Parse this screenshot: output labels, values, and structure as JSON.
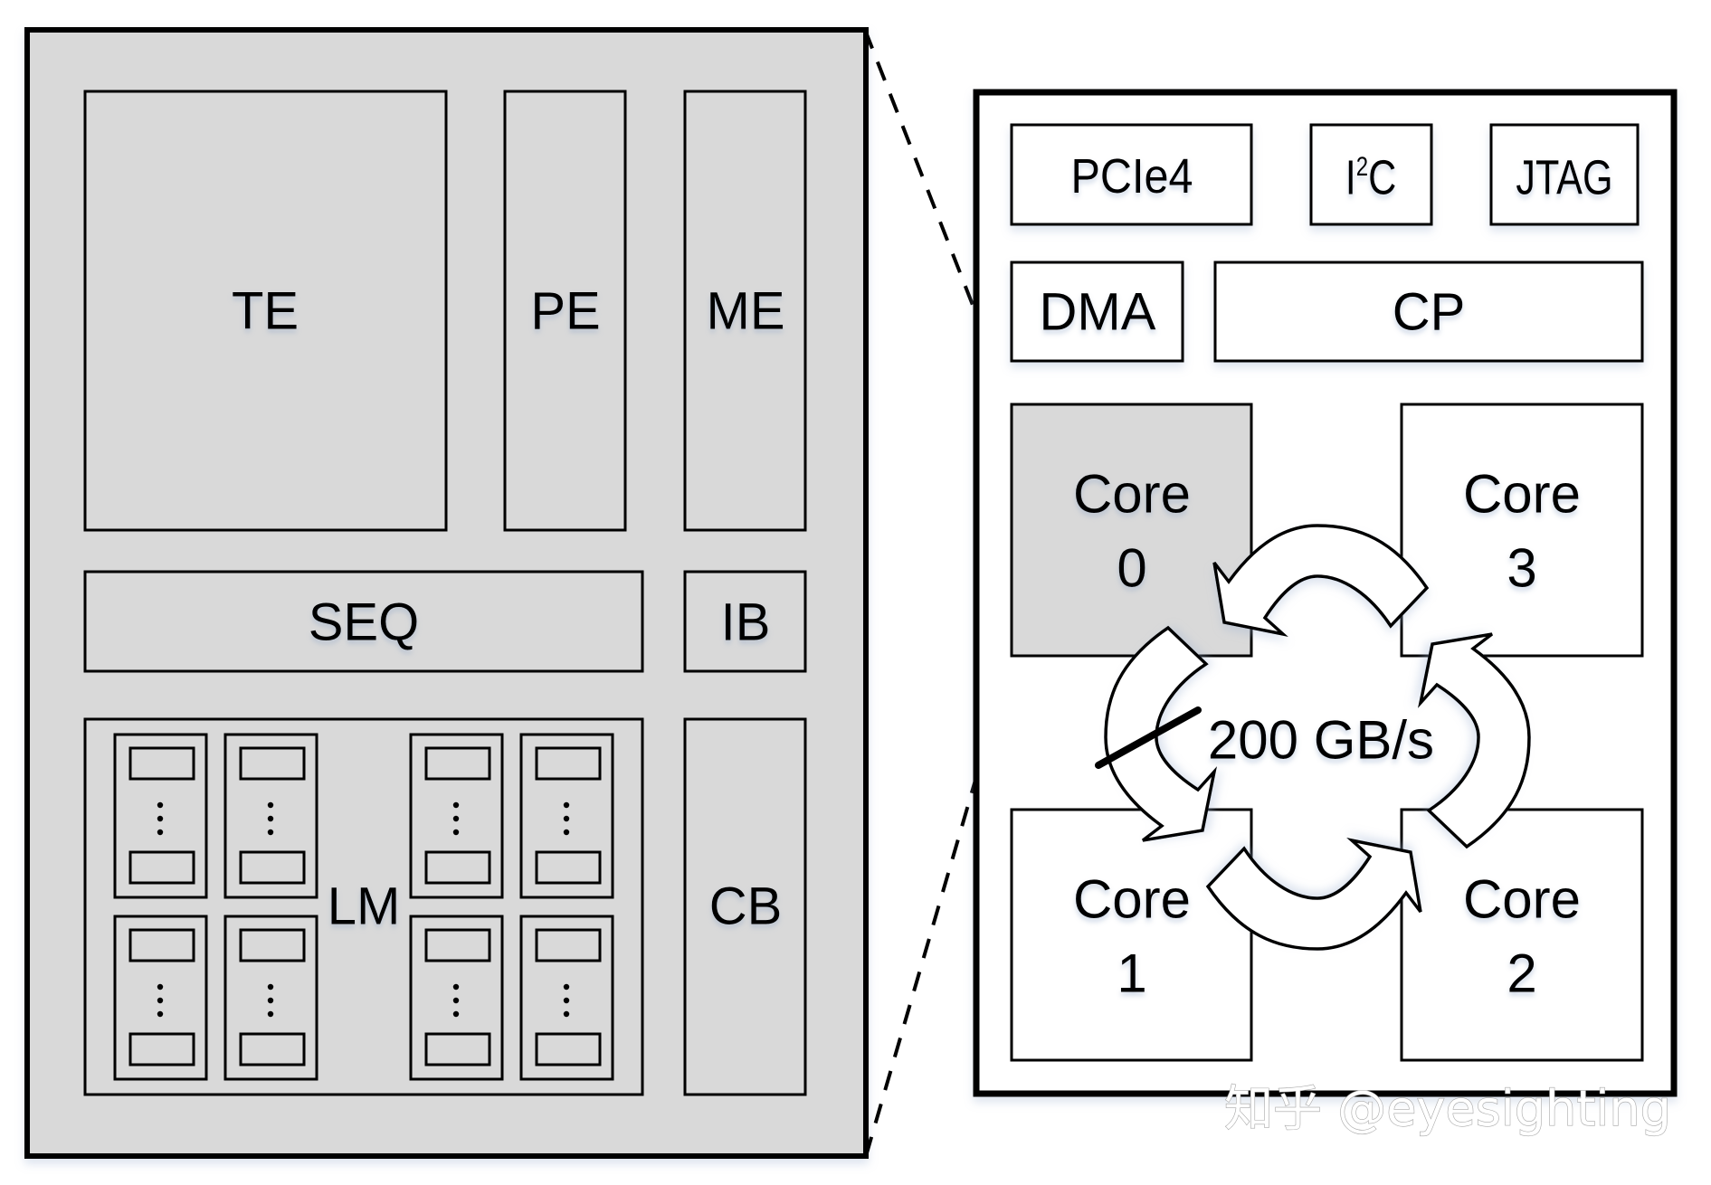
{
  "colors": {
    "chip_fill": "#d9d9d9",
    "soc_fill": "#ffffff",
    "core0_fill": "#d9d9d9",
    "stroke": "#000000",
    "watermark_shadow": "#a6a6a6"
  },
  "core_detail": {
    "title": "Core internals (zoomed)",
    "blocks": {
      "te": "TE",
      "pe": "PE",
      "me": "ME",
      "seq": "SEQ",
      "ib": "IB",
      "lm": "LM",
      "cb": "CB"
    },
    "lm_banks": {
      "rows": 2,
      "columns": 4,
      "ellipsis": "⋮"
    }
  },
  "soc": {
    "io_blocks": {
      "pcie": "PCIe4",
      "i2c_main": "I",
      "i2c_sup": "2",
      "i2c_tail": "C",
      "jtag": "JTAG",
      "dma": "DMA",
      "cp": "CP"
    },
    "cores": [
      {
        "name": "Core",
        "index": "0",
        "highlighted": true
      },
      {
        "name": "Core",
        "index": "3",
        "highlighted": false
      },
      {
        "name": "Core",
        "index": "1",
        "highlighted": false
      },
      {
        "name": "Core",
        "index": "2",
        "highlighted": false
      }
    ],
    "interconnect": {
      "bandwidth": "200 GB/s",
      "ring_order": [
        "Core 0",
        "Core 1",
        "Core 2",
        "Core 3"
      ]
    }
  },
  "watermark": "知乎 @eyesighting"
}
